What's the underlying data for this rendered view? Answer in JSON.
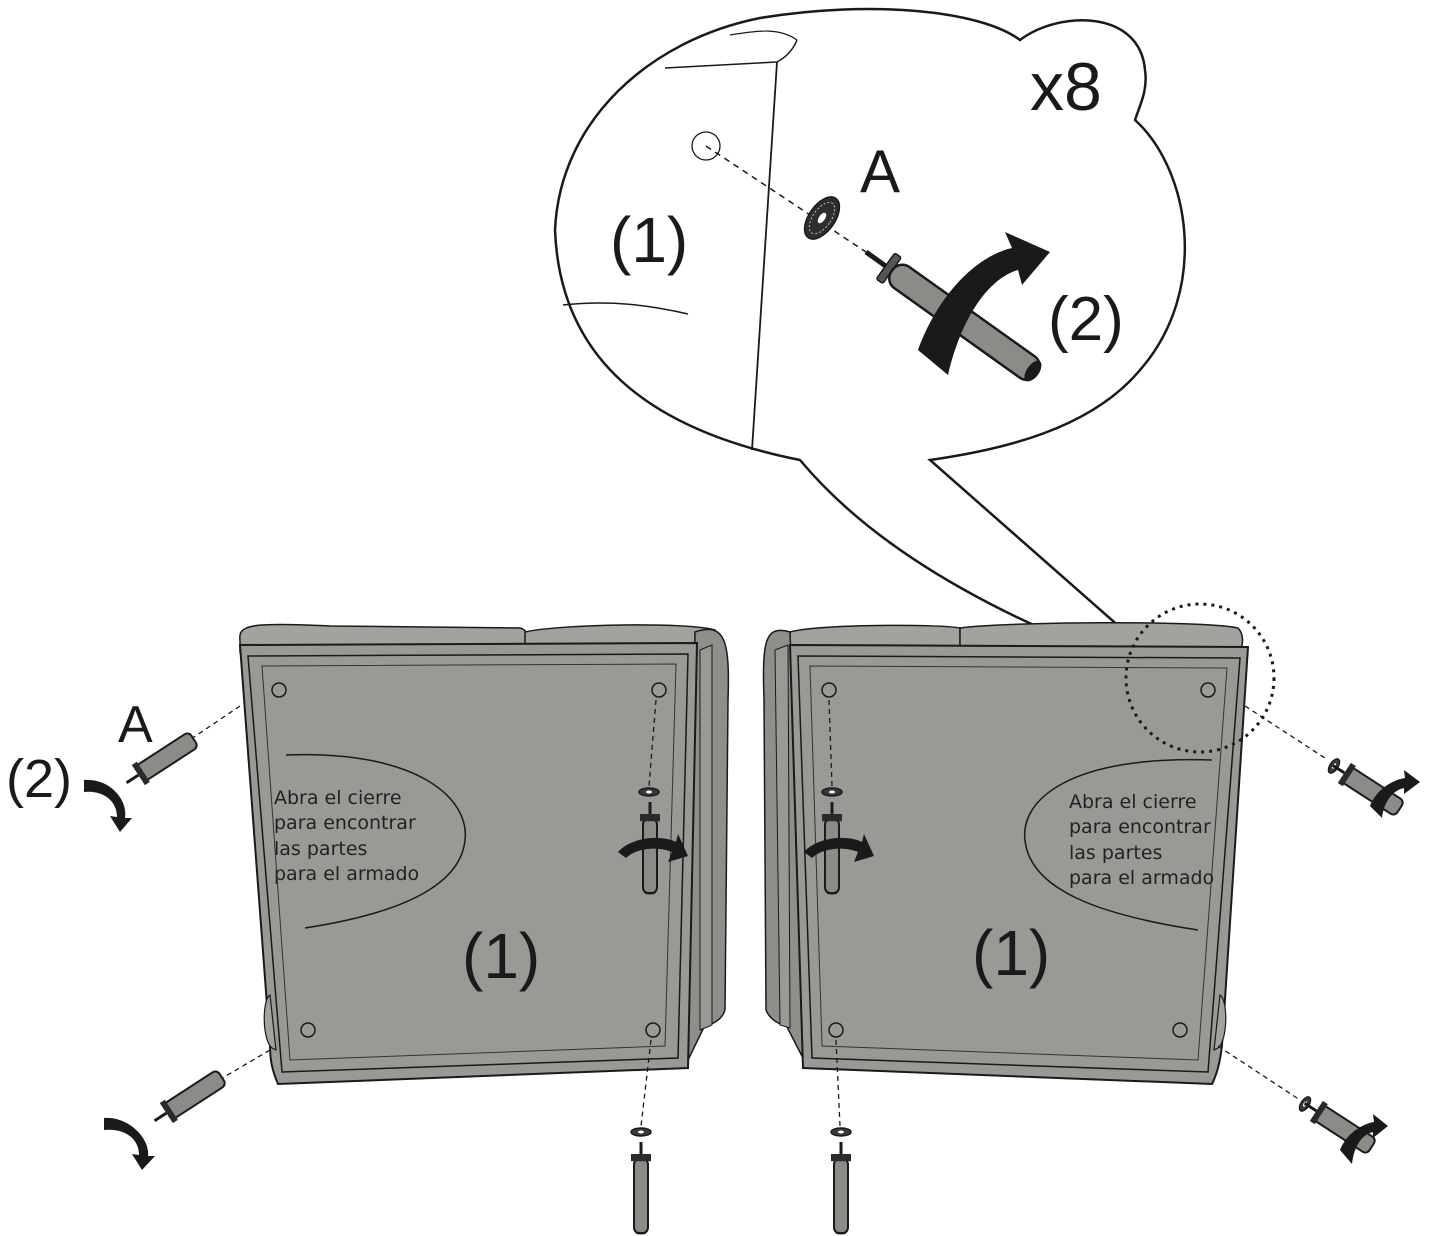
{
  "colors": {
    "panel_fill": "#9a9996",
    "panel_dark": "#6f6e6b",
    "cushion_fill": "#a3a29f",
    "line": "#1a1a1a",
    "leg_fill": "#8c8b88",
    "background": "#ffffff"
  },
  "callout": {
    "quantity_label": "x8",
    "part_label": "(1)",
    "washer_label": "A",
    "leg_label": "(2)"
  },
  "left_module": {
    "part_label": "(1)",
    "note_lines": [
      "Abra el cierre",
      "para encontrar",
      "las partes",
      "para el armado"
    ],
    "washer_label": "A",
    "leg_label": "(2)"
  },
  "right_module": {
    "part_label": "(1)",
    "note_lines": [
      "Abra el cierre",
      "para encontrar",
      "las partes",
      "para el armado"
    ]
  },
  "icons": [
    "washer-icon",
    "leg-icon",
    "rotation-arrow-icon",
    "zoom-circle-icon"
  ]
}
